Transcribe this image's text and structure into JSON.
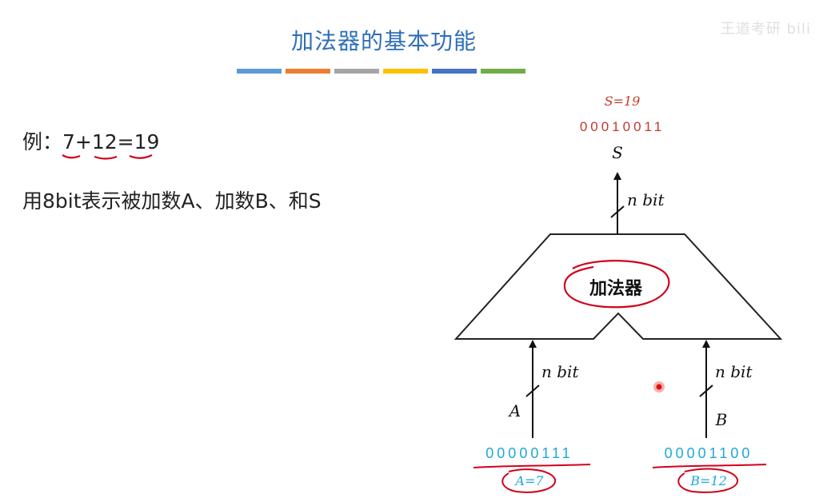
{
  "title": "加法器的基本功能",
  "watermark": "王道考研 bili",
  "title_bar_colors": [
    "#5b9bd5",
    "#ed7d31",
    "#a5a5a5",
    "#ffc000",
    "#4472c4",
    "#70ad47"
  ],
  "example": {
    "prefix": "例：",
    "equation": "7+12=19"
  },
  "description": "用8bit表示被加数A、加数B、和S",
  "diagram": {
    "adder_label": "加法器",
    "output": {
      "port": "S",
      "width_label": "n bit",
      "bits": "00010011",
      "value_note": "S=19",
      "color": "#c0392b"
    },
    "input_a": {
      "port": "A",
      "width_label": "n bit",
      "bits": "00000111",
      "value_note": "A=7",
      "color": "#1ea7d9"
    },
    "input_b": {
      "port": "B",
      "width_label": "n bit",
      "bits": "00001100",
      "value_note": "B=12",
      "color": "#1ea7d9"
    },
    "annotation_color": "#d0021b"
  }
}
